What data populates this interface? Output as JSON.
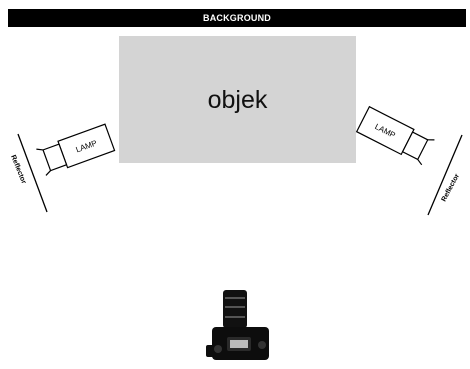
{
  "background_label": "BACKGROUND",
  "object_label": "objek",
  "lamp_left_label": "LAMP",
  "lamp_right_label": "LAMP",
  "reflector_left_label": "Reflector",
  "reflector_right_label": "Reflector",
  "colors": {
    "background_bar": "#000000",
    "object_fill": "#d4d4d4",
    "stroke": "#000000"
  },
  "icons": {
    "camera": "dslr-camera-icon"
  }
}
